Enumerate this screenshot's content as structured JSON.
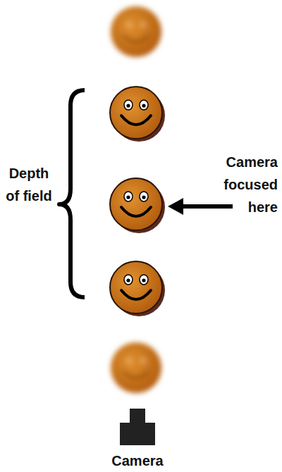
{
  "diagram": {
    "labels": [
      "Depth of field",
      "Camera focused here",
      "Camera"
    ]
  }
}
